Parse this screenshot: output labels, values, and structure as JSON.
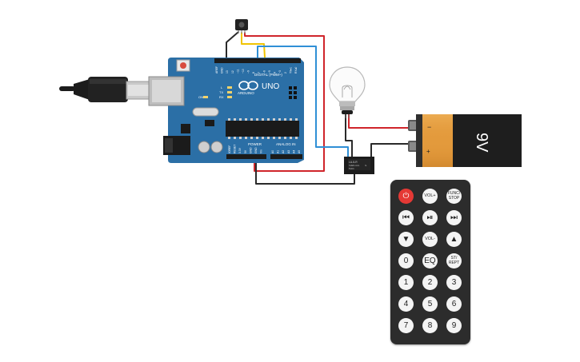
{
  "arduino": {
    "brand": "ARDUINO",
    "model": "UNO",
    "header_digital": "DIGITAL (PWM~)",
    "header_power": "POWER",
    "header_analog": "ANALOG IN",
    "digital_pins": [
      "AREF",
      "GND",
      "13",
      "12",
      "~11",
      "~10",
      "~9",
      "8",
      "7",
      "~6",
      "~5",
      "4",
      "~3",
      "2",
      "TX▸1",
      "RX◂0"
    ],
    "power_pins": [
      "IOREF",
      "RESET",
      "3.3V",
      "5V",
      "GND",
      "GND",
      "Vin"
    ],
    "analog_pins": [
      "A0",
      "A1",
      "A2",
      "A3",
      "A4",
      "A5"
    ],
    "led_labels": [
      "L",
      "TX",
      "RX"
    ],
    "on_label": "ON"
  },
  "relay": {
    "lines": [
      "LU-5-R",
      "SHEN-ALG",
      "5VDC",
      "IL"
    ]
  },
  "battery": {
    "label": "9V",
    "minus": "−",
    "plus": "+"
  },
  "remote": {
    "buttons": [
      {
        "name": "power-button",
        "label": "⏻"
      },
      {
        "name": "vol-up-button",
        "label": "VOL+"
      },
      {
        "name": "func-stop-button",
        "label": "FUNC/ STOP"
      },
      {
        "name": "rewind-button",
        "label": "⏮"
      },
      {
        "name": "play-pause-button",
        "label": "⏯"
      },
      {
        "name": "fast-forward-button",
        "label": "⏭"
      },
      {
        "name": "down-button",
        "label": "▼"
      },
      {
        "name": "vol-down-button",
        "label": "VOL-"
      },
      {
        "name": "up-button",
        "label": "▲"
      },
      {
        "name": "digit-0-button",
        "label": "0"
      },
      {
        "name": "eq-button",
        "label": "EQ"
      },
      {
        "name": "st-rept-button",
        "label": "ST/ REPT"
      },
      {
        "name": "digit-1-button",
        "label": "1"
      },
      {
        "name": "digit-2-button",
        "label": "2"
      },
      {
        "name": "digit-3-button",
        "label": "3"
      },
      {
        "name": "digit-4-button",
        "label": "4"
      },
      {
        "name": "digit-5-button",
        "label": "5"
      },
      {
        "name": "digit-6-button",
        "label": "6"
      },
      {
        "name": "digit-7-button",
        "label": "7"
      },
      {
        "name": "digit-8-button",
        "label": "8"
      },
      {
        "name": "digit-9-button",
        "label": "9"
      }
    ]
  },
  "colors": {
    "board": "#2b6fa6",
    "wire_red": "#d0252b",
    "wire_black": "#2a2a2a",
    "wire_yellow": "#f0c400",
    "wire_blue": "#2f8fd6",
    "battery_orange": "#e39a3c",
    "power_button": "#e53935"
  }
}
